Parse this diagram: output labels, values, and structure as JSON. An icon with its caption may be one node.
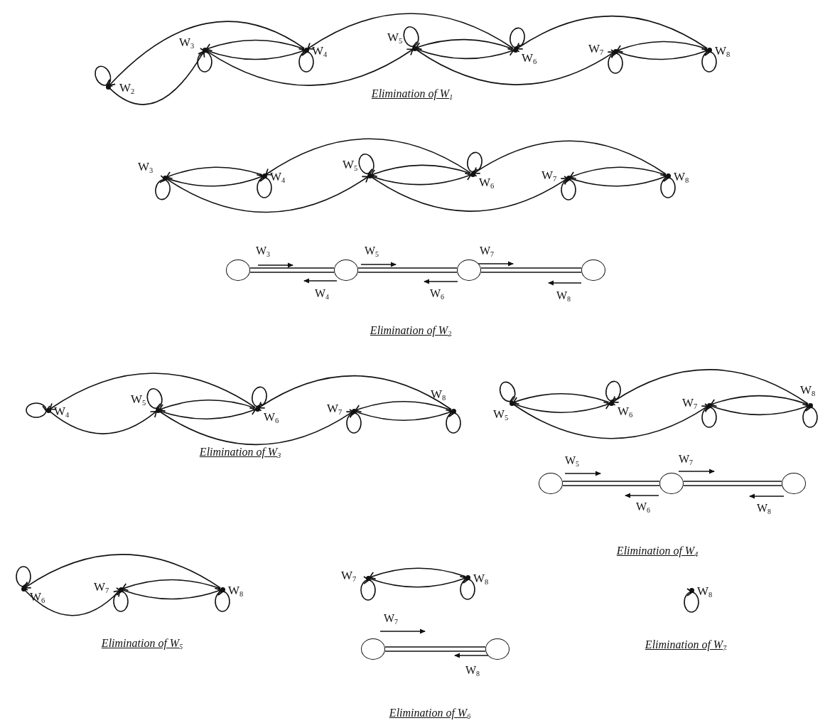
{
  "diagram": {
    "nodes": [
      {
        "text": [
          "W$_{2}$"
        ]
      },
      {
        "text": [
          "W$_{3}$"
        ]
      },
      {
        "text": [
          "W$_{4}$"
        ]
      },
      {
        "text": [
          "W$_{5}$"
        ]
      },
      {
        "text": [
          "W$_{6}$"
        ]
      },
      {
        "text": [
          "W$_{7}$"
        ]
      },
      {
        "text": [
          "W$_{8}$"
        ]
      },
      {
        "text": [
          "W$_{3}$"
        ]
      },
      {
        "text": [
          "W$_{4}$"
        ]
      },
      {
        "text": [
          "W$_{5}$"
        ]
      },
      {
        "text": [
          "W$_{6}$"
        ]
      },
      {
        "text": [
          "W$_{7}$"
        ]
      },
      {
        "text": [
          "W$_{8}$"
        ]
      },
      {
        "text": [],
        "shape": "circle"
      },
      {
        "text": [],
        "shape": "circle"
      },
      {
        "text": [],
        "shape": "circle"
      },
      {
        "text": [],
        "shape": "circle"
      },
      {
        "text": [
          "W$_{4}$"
        ]
      },
      {
        "text": [
          "W$_{5}$"
        ]
      },
      {
        "text": [
          "W$_{6}$"
        ]
      },
      {
        "text": [
          "W$_{7}$"
        ]
      },
      {
        "text": [
          "W$_{8}$"
        ]
      },
      {
        "text": [
          "W$_{5}$"
        ]
      },
      {
        "text": [
          "W$_{6}$"
        ]
      },
      {
        "text": [
          "W$_{7}$"
        ]
      },
      {
        "text": [
          "W$_{8}$"
        ]
      },
      {
        "text": [],
        "shape": "circle"
      },
      {
        "text": [],
        "shape": "circle"
      },
      {
        "text": [],
        "shape": "circle"
      },
      {
        "text": [
          "W$_{6}$"
        ]
      },
      {
        "text": [
          "W$_{7}$"
        ]
      },
      {
        "text": [
          "W$_{8}$"
        ]
      },
      {
        "text": [
          "W$_{7}$"
        ]
      },
      {
        "text": [
          "W$_{8}$"
        ]
      },
      {
        "text": [],
        "shape": "circle"
      },
      {
        "text": [],
        "shape": "circle"
      },
      {
        "text": [
          "W$_{8}$"
        ]
      }
    ],
    "edges": [
      {
        "from": 0,
        "to": 0,
        "arrow": "to"
      },
      {
        "from": 2,
        "to": 0,
        "arrow": "to"
      },
      {
        "from": 0,
        "to": 1,
        "arrow": "to"
      },
      {
        "from": 2,
        "to": 1,
        "arrow": "to"
      },
      {
        "from": 1,
        "to": 2,
        "arrow": "to"
      },
      {
        "from": 1,
        "to": 1,
        "arrow": "to"
      },
      {
        "from": 1,
        "to": 3,
        "arrow": "to"
      },
      {
        "from": 2,
        "to": 2,
        "arrow": "to"
      },
      {
        "from": 4,
        "to": 2,
        "arrow": "to"
      },
      {
        "from": 3,
        "to": 3,
        "arrow": "to"
      },
      {
        "from": 4,
        "to": 3,
        "arrow": "to"
      },
      {
        "from": 3,
        "to": 4,
        "arrow": "to"
      },
      {
        "from": 3,
        "to": 5,
        "arrow": "to"
      },
      {
        "from": 4,
        "to": 4,
        "arrow": "to"
      },
      {
        "from": 6,
        "to": 4,
        "arrow": "to"
      },
      {
        "from": 6,
        "to": 5,
        "arrow": "to"
      },
      {
        "from": 5,
        "to": 6,
        "arrow": "to"
      },
      {
        "from": 5,
        "to": 5,
        "arrow": "to"
      },
      {
        "from": 6,
        "to": 6,
        "arrow": "to"
      },
      {
        "from": 8,
        "to": 7,
        "arrow": "to"
      },
      {
        "from": 7,
        "to": 8,
        "arrow": "to"
      },
      {
        "from": 7,
        "to": 7,
        "arrow": "to"
      },
      {
        "from": 7,
        "to": 9,
        "arrow": "to"
      },
      {
        "from": 8,
        "to": 8,
        "arrow": "to"
      },
      {
        "from": 10,
        "to": 8,
        "arrow": "to"
      },
      {
        "from": 9,
        "to": 9,
        "arrow": "to"
      },
      {
        "from": 10,
        "to": 9,
        "arrow": "to"
      },
      {
        "from": 9,
        "to": 10,
        "arrow": "to"
      },
      {
        "from": 9,
        "to": 11,
        "arrow": "to"
      },
      {
        "from": 10,
        "to": 10,
        "arrow": "to"
      },
      {
        "from": 12,
        "to": 10,
        "arrow": "to"
      },
      {
        "from": 12,
        "to": 11,
        "arrow": "to"
      },
      {
        "from": 11,
        "to": 12,
        "arrow": "to"
      },
      {
        "from": 11,
        "to": 11,
        "arrow": "to"
      },
      {
        "from": 12,
        "to": 12,
        "arrow": "to"
      },
      {
        "from": 13,
        "to": 14,
        "arrow": "none"
      },
      {
        "from": 14,
        "to": 15,
        "arrow": "none"
      },
      {
        "from": 15,
        "to": 16,
        "arrow": "none"
      },
      {
        "from": 17,
        "to": 17,
        "arrow": "to"
      },
      {
        "from": 19,
        "to": 17,
        "arrow": "to"
      },
      {
        "from": 17,
        "to": 18,
        "arrow": "to"
      },
      {
        "from": 18,
        "to": 18,
        "arrow": "to"
      },
      {
        "from": 19,
        "to": 18,
        "arrow": "to"
      },
      {
        "from": 18,
        "to": 19,
        "arrow": "to"
      },
      {
        "from": 18,
        "to": 20,
        "arrow": "to"
      },
      {
        "from": 19,
        "to": 19,
        "arrow": "to"
      },
      {
        "from": 21,
        "to": 19,
        "arrow": "to"
      },
      {
        "from": 21,
        "to": 20,
        "arrow": "to"
      },
      {
        "from": 20,
        "to": 21,
        "arrow": "to"
      },
      {
        "from": 20,
        "to": 20,
        "arrow": "to"
      },
      {
        "from": 21,
        "to": 21,
        "arrow": "to"
      },
      {
        "from": 22,
        "to": 22,
        "arrow": "to"
      },
      {
        "from": 23,
        "to": 22,
        "arrow": "to"
      },
      {
        "from": 22,
        "to": 23,
        "arrow": "to"
      },
      {
        "from": 22,
        "to": 24,
        "arrow": "to"
      },
      {
        "from": 23,
        "to": 23,
        "arrow": "to"
      },
      {
        "from": 25,
        "to": 23,
        "arrow": "to"
      },
      {
        "from": 25,
        "to": 24,
        "arrow": "to"
      },
      {
        "from": 24,
        "to": 25,
        "arrow": "to"
      },
      {
        "from": 24,
        "to": 24,
        "arrow": "to"
      },
      {
        "from": 25,
        "to": 25,
        "arrow": "to"
      },
      {
        "from": 26,
        "to": 27,
        "arrow": "none"
      },
      {
        "from": 27,
        "to": 28,
        "arrow": "none"
      },
      {
        "from": 29,
        "to": 29,
        "arrow": "to"
      },
      {
        "from": 31,
        "to": 29,
        "arrow": "to"
      },
      {
        "from": 29,
        "to": 30,
        "arrow": "to"
      },
      {
        "from": 31,
        "to": 30,
        "arrow": "to"
      },
      {
        "from": 30,
        "to": 31,
        "arrow": "to"
      },
      {
        "from": 30,
        "to": 30,
        "arrow": "to"
      },
      {
        "from": 31,
        "to": 31,
        "arrow": "to"
      },
      {
        "from": 33,
        "to": 32,
        "arrow": "to"
      },
      {
        "from": 32,
        "to": 33,
        "arrow": "to"
      },
      {
        "from": 32,
        "to": 32,
        "arrow": "to"
      },
      {
        "from": 33,
        "to": 33,
        "arrow": "to"
      },
      {
        "from": 34,
        "to": 35,
        "arrow": "none"
      },
      {
        "from": 36,
        "to": 36,
        "arrow": "to"
      }
    ],
    "labels": [
      "Elimination of W$_{1}$",
      "W$_{3}$",
      "W$_{5}$",
      "W$_{7}$",
      "W$_{4}$",
      "W$_{6}$",
      "W$_{8}$",
      "Elimination of W$_{2}$",
      "Elimination of W$_{3}$",
      "W$_{5}$",
      "W$_{7}$",
      "W$_{6}$",
      "W$_{8}$",
      "Elimination of W$_{4}$",
      "W$_{7}$",
      "Elimination of W$_{5}$",
      "Elimination of W$_{7}$",
      "W$_{8}$",
      "Elimination of W$_{6}$"
    ]
  }
}
